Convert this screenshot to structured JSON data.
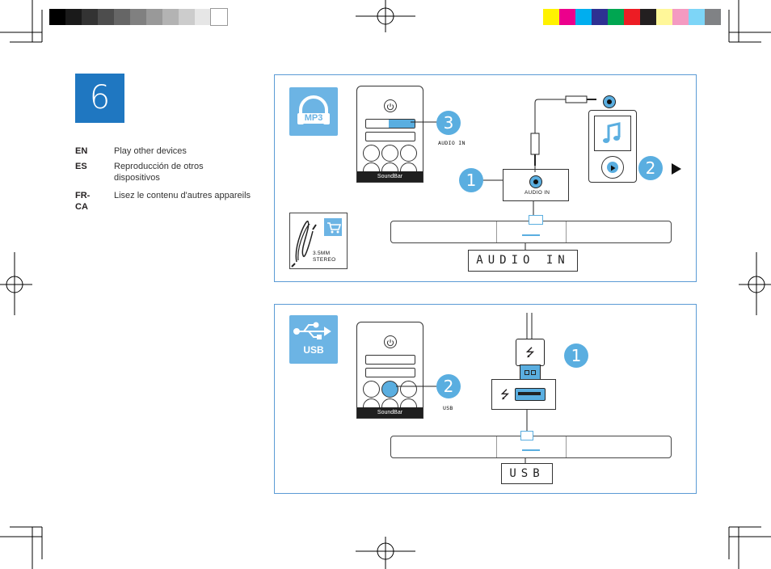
{
  "color_bar_left": [
    "#000000",
    "#1a1a1a",
    "#333333",
    "#4d4d4d",
    "#666666",
    "#808080",
    "#999999",
    "#b3b3b3",
    "#cccccc",
    "#e6e6e6",
    "#ffffff"
  ],
  "color_bar_right": [
    "#fff200",
    "#ec008c",
    "#00aeef",
    "#2e3192",
    "#00a651",
    "#ed1c24",
    "#231f20",
    "#fff799",
    "#f49ac1",
    "#7dd5f7",
    "#808285"
  ],
  "step": {
    "number": "6"
  },
  "languages": [
    {
      "code": "EN",
      "text": "Play other devices"
    },
    {
      "code": "ES",
      "text": "Reproducción de otros dispositivos"
    },
    {
      "code": "FR-CA",
      "text": "Lisez le contenu d'autres appareils"
    }
  ],
  "panel_mp3": {
    "tile_label": "MP3",
    "remote_brand": "SoundBar",
    "callout_3": "3",
    "audio_in_button_label": "AUDIO IN",
    "callout_1": "1",
    "callout_2": "2",
    "jack_panel_label": "AUDIO IN",
    "cable_label_line1": "3.5MM",
    "cable_label_line2": "STEREO",
    "display_text": "AUDIO IN"
  },
  "panel_usb": {
    "tile_label": "USB",
    "remote_brand": "SoundBar",
    "callout_2": "2",
    "usb_button_label": "USB",
    "callout_1": "1",
    "display_text": "USB"
  },
  "colors": {
    "accent": "#5aaee0",
    "badge": "#1f77c1",
    "panel_border": "#5b9bd5"
  }
}
